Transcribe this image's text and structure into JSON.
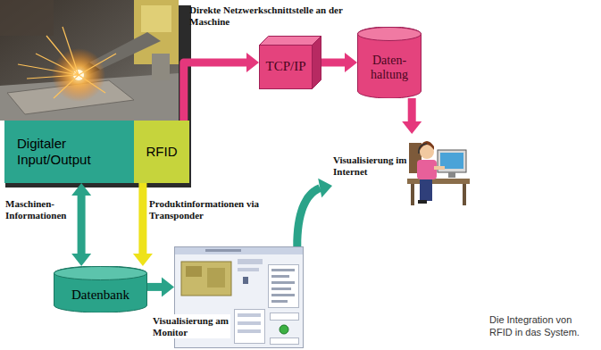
{
  "diagram": {
    "caption": "Die Integration von RFID in das System.",
    "nodes": [
      {
        "text": [
          "Digitaler Input/Output"
        ]
      },
      {
        "text": [
          "RFID"
        ]
      },
      {
        "text": [
          "TCP/IP"
        ]
      },
      {
        "text": [
          "Daten- haltung"
        ]
      },
      {
        "text": [
          "Datenbank"
        ]
      },
      {
        "text": [
          "Visualisierung am Monitor"
        ]
      },
      {
        "text": [
          "Visualisierung im Internet"
        ]
      }
    ],
    "edges": [
      {
        "from": 1,
        "to": 2,
        "arrow": "to",
        "label": "Direkte Netzwerkschnittstelle an der Maschine"
      },
      {
        "from": 2,
        "to": 3,
        "arrow": "to"
      },
      {
        "from": 3,
        "to": 6,
        "arrow": "to"
      },
      {
        "from": 0,
        "to": 4,
        "arrow": "both",
        "label": "Maschinen- Informationen"
      },
      {
        "from": 1,
        "to": 4,
        "arrow": "to",
        "label": "Produktinformationen via Transponder"
      },
      {
        "from": 4,
        "to": 5,
        "arrow": "to"
      },
      {
        "from": 5,
        "to": 6,
        "arrow": "to"
      }
    ]
  }
}
